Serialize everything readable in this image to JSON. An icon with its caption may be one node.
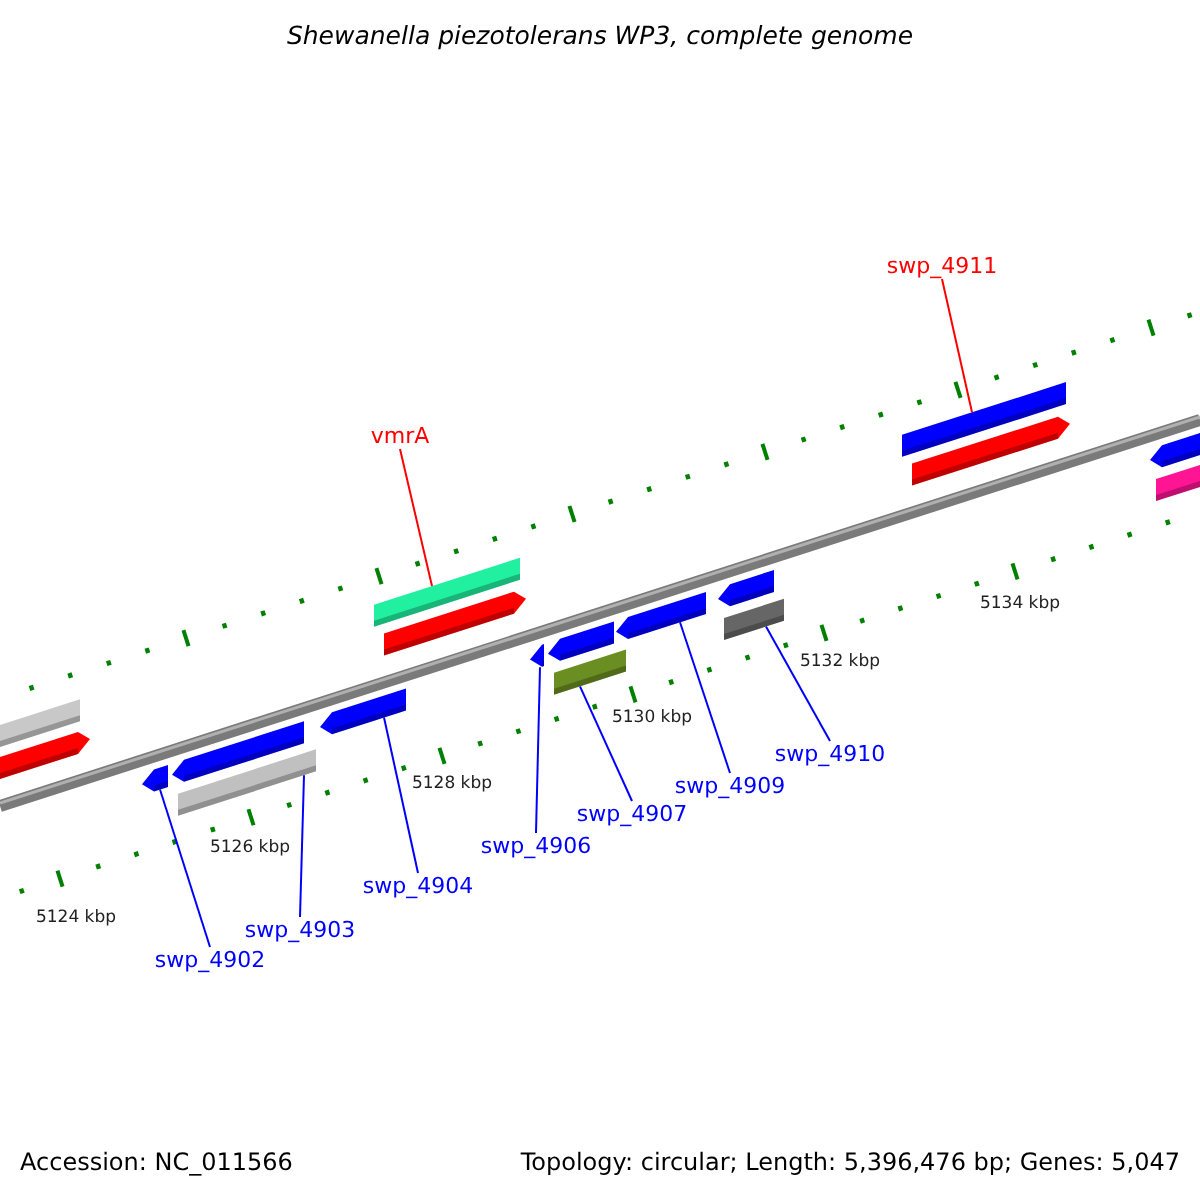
{
  "diagram": {
    "title": "Shewanella piezotolerans WP3, complete genome",
    "nodes": [
      {
        "text": [
          "vmrA"
        ]
      },
      {
        "text": [
          "swp_4911"
        ]
      },
      {
        "text": [
          "swp_4902"
        ]
      },
      {
        "text": [
          "swp_4903"
        ]
      },
      {
        "text": [
          "swp_4904"
        ]
      },
      {
        "text": [
          "swp_4906"
        ]
      },
      {
        "text": [
          "swp_4907"
        ]
      },
      {
        "text": [
          "swp_4909"
        ]
      },
      {
        "text": [
          "swp_4910"
        ]
      },
      {
        "text": [],
        "shape": "bar"
      },
      {
        "text": [],
        "shape": "bar"
      },
      {
        "text": [],
        "shape": "bar"
      },
      {
        "text": [],
        "shape": "bar"
      },
      {
        "text": [],
        "shape": "bar"
      },
      {
        "text": [],
        "shape": "bar"
      },
      {
        "text": [],
        "shape": "bar"
      },
      {
        "text": [],
        "shape": "bar"
      },
      {
        "text": [],
        "shape": "bar"
      },
      {
        "text": [],
        "shape": "bar"
      },
      {
        "text": [],
        "shape": "bar"
      },
      {
        "text": [],
        "shape": "bar"
      },
      {
        "text": [],
        "shape": "bar"
      },
      {
        "text": [],
        "shape": "bar"
      },
      {
        "text": [],
        "shape": "bar"
      },
      {
        "text": [],
        "shape": "bar"
      },
      {
        "text": [],
        "shape": "bar"
      },
      {
        "text": [],
        "shape": "bar"
      }
    ],
    "edges": [
      {
        "from": 0,
        "to": 15,
        "arrow": "none",
        "color": "#ff0000"
      },
      {
        "from": 1,
        "to": 23,
        "arrow": "none",
        "color": "#ff0000"
      },
      {
        "from": 2,
        "to": 11,
        "arrow": "none"
      },
      {
        "from": 3,
        "to": 13,
        "arrow": "none"
      },
      {
        "from": 4,
        "to": 14,
        "arrow": "none"
      },
      {
        "from": 5,
        "to": 17,
        "arrow": "none"
      },
      {
        "from": 6,
        "to": 19,
        "arrow": "none"
      },
      {
        "from": 7,
        "to": 20,
        "arrow": "none"
      },
      {
        "from": 8,
        "to": 22,
        "arrow": "none"
      }
    ],
    "labels": [
      "5124 kbp",
      "5126 kbp",
      "5128 kbp",
      "5130 kbp",
      "5132 kbp",
      "5134 kbp",
      "Accession: NC_011566",
      "Topology: circular; Length: 5,396,476 bp; Genes: 5,047"
    ]
  }
}
